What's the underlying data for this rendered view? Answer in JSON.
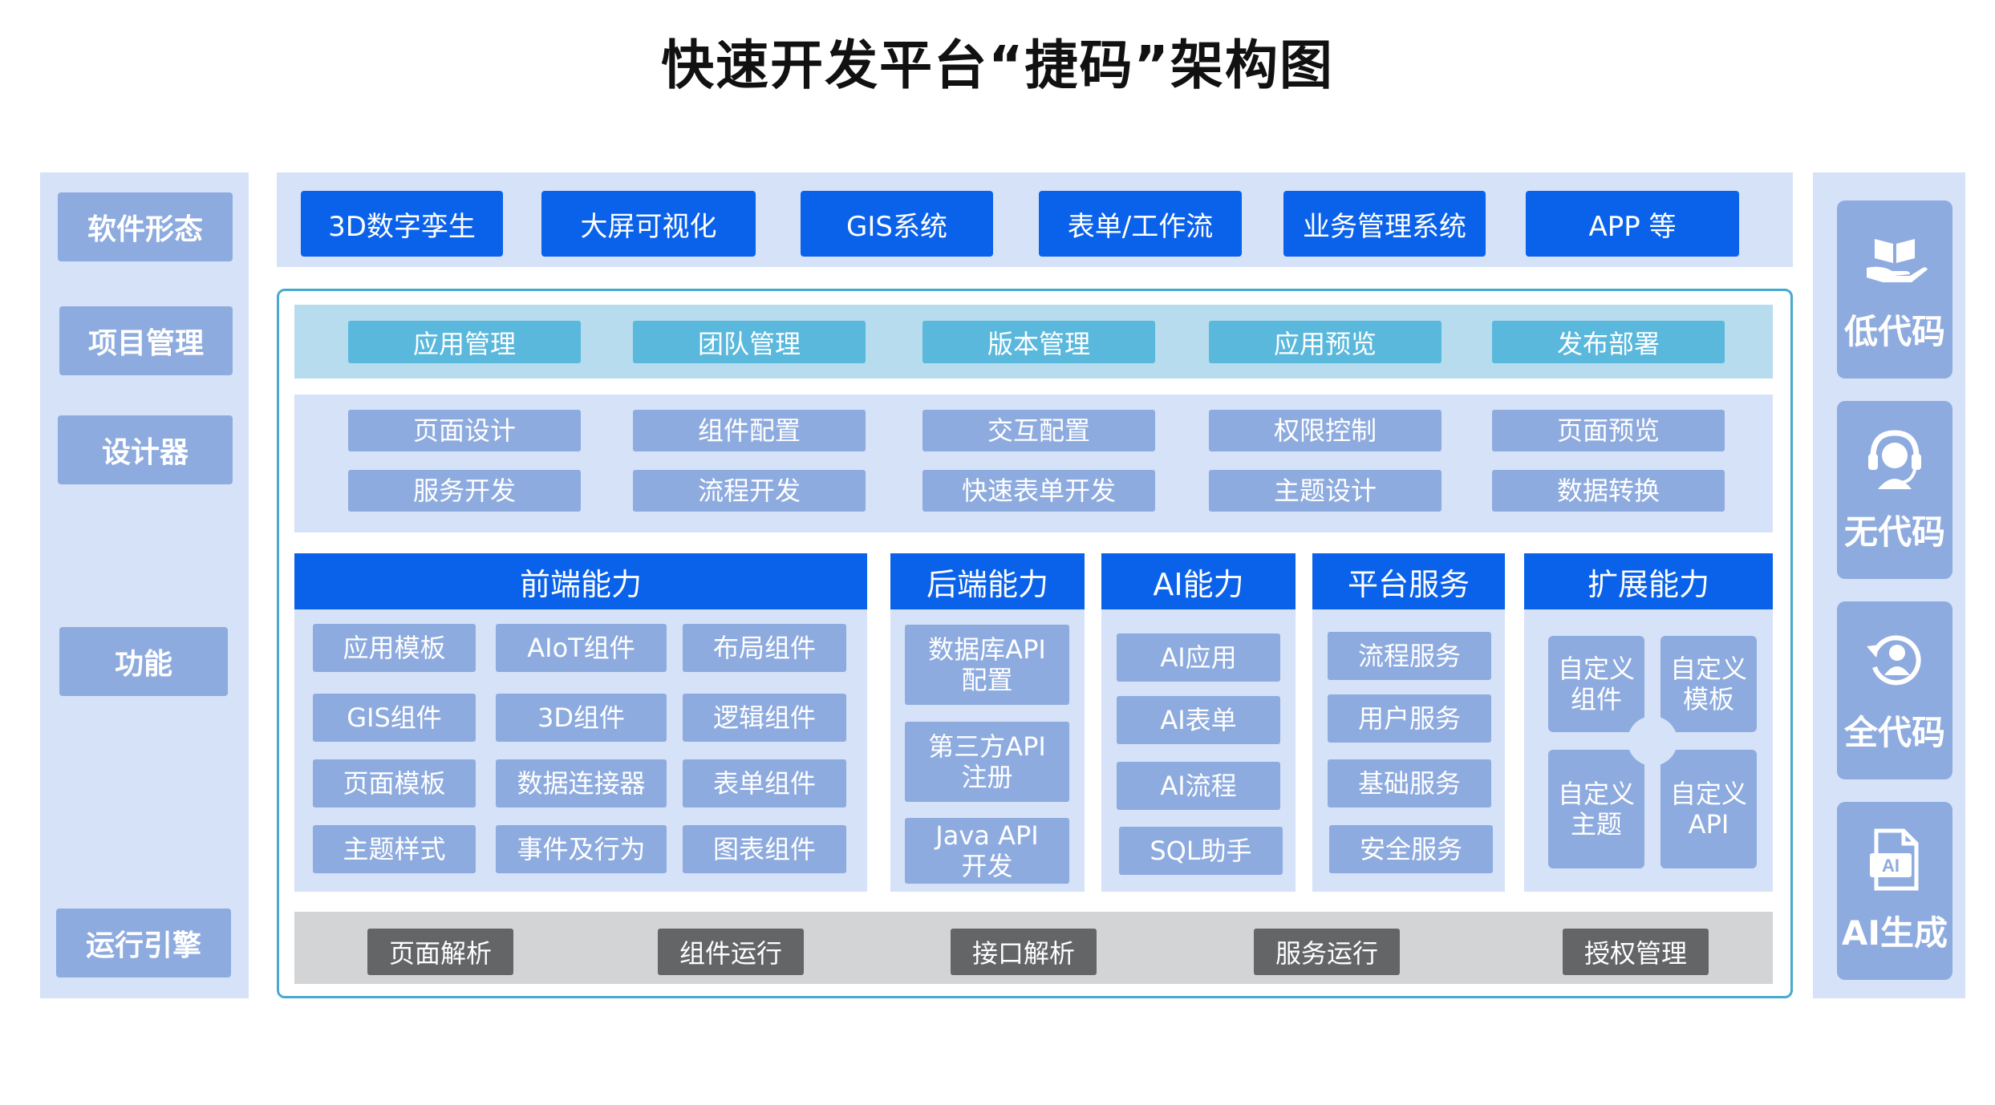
{
  "title": "快速开发平台“捷码”架构图",
  "left_labels": [
    "软件形态",
    "项目管理",
    "设计器",
    "功能",
    "运行引擎"
  ],
  "software_forms": [
    "3D数字孪生",
    "大屏可视化",
    "GIS系统",
    "表单/工作流",
    "业务管理系统",
    "APP 等"
  ],
  "project_management": [
    "应用管理",
    "团队管理",
    "版本管理",
    "应用预览",
    "发布部署"
  ],
  "designer": {
    "row1": [
      "页面设计",
      "组件配置",
      "交互配置",
      "权限控制",
      "页面预览"
    ],
    "row2": [
      "服务开发",
      "流程开发",
      "快速表单开发",
      "主题设计",
      "数据转换"
    ]
  },
  "frontend": {
    "title": "前端能力",
    "items": [
      "应用模板",
      "AIoT组件",
      "布局组件",
      "GIS组件",
      "3D组件",
      "逻辑组件",
      "页面模板",
      "数据连接器",
      "表单组件",
      "主题样式",
      "事件及行为",
      "图表组件"
    ]
  },
  "backend": {
    "title": "后端能力",
    "items": [
      "数据库API\n配置",
      "第三方API\n注册",
      "Java API\n开发"
    ]
  },
  "ai": {
    "title": "AI能力",
    "items": [
      "AI应用",
      "AI表单",
      "AI流程",
      "SQL助手"
    ]
  },
  "platform": {
    "title": "平台服务",
    "items": [
      "流程服务",
      "用户服务",
      "基础服务",
      "安全服务"
    ]
  },
  "extension": {
    "title": "扩展能力",
    "items": [
      "自定义\n组件",
      "自定义\n模板",
      "自定义\n主题",
      "自定义\nAPI"
    ]
  },
  "runtime": [
    "页面解析",
    "组件运行",
    "接口解析",
    "服务运行",
    "授权管理"
  ],
  "right_cards": [
    {
      "label": "低代码",
      "icon": "book-hand-icon"
    },
    {
      "label": "无代码",
      "icon": "headset-icon"
    },
    {
      "label": "全代码",
      "icon": "person-cycle-icon"
    },
    {
      "label": "AI生成",
      "icon": "ai-file-icon"
    }
  ],
  "colors": {
    "primary_blue": "#0b62ea",
    "light_blue_bg": "#d6e2f7",
    "button_blue": "#8eabdf",
    "cyan_band": "#b6dcee",
    "cyan_button": "#5ab8dc",
    "frame_border": "#48a9cf",
    "gray_band": "#d2d4d6",
    "gray_button": "#636567"
  }
}
